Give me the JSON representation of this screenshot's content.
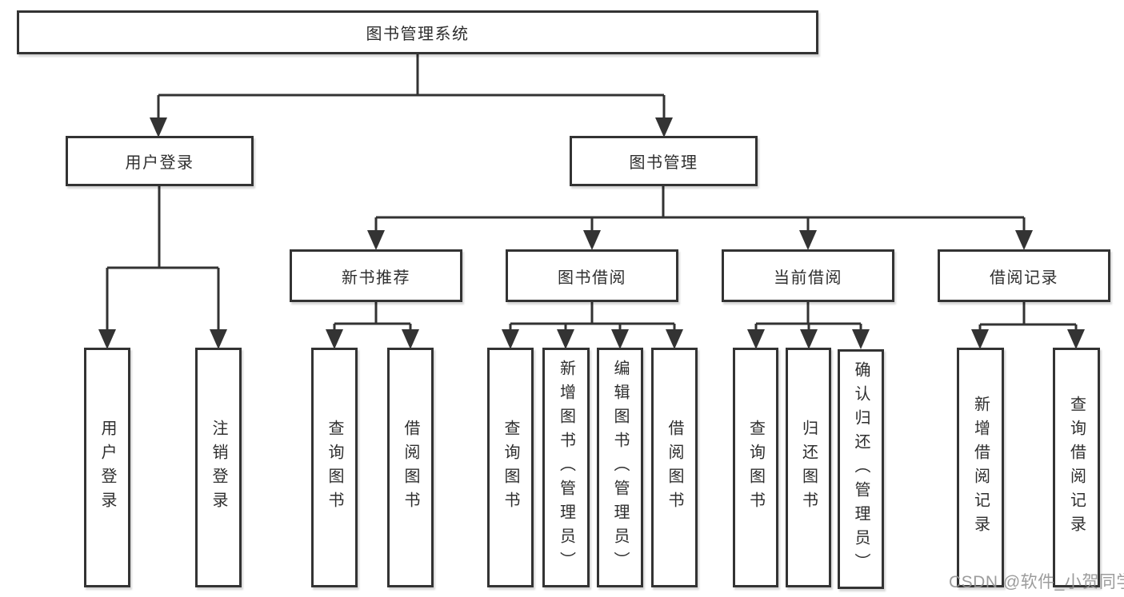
{
  "diagram": {
    "type": "hierarchy",
    "watermark": "CSDN @软件_小贺同学",
    "colors": {
      "line": "#333333",
      "box_border": "#333333",
      "box_fill": "#ffffff",
      "text": "#2e2e2e",
      "watermark": "#919191"
    }
  },
  "tree": {
    "root": {
      "label": "图书管理系统"
    },
    "branches": [
      {
        "label": "用户登录",
        "children": [
          {
            "label": "用户登录"
          },
          {
            "label": "注销登录"
          }
        ]
      },
      {
        "label": "图书管理",
        "children": [
          {
            "label": "新书推荐",
            "children": [
              {
                "label": "查询图书"
              },
              {
                "label": "借阅图书"
              }
            ]
          },
          {
            "label": "图书借阅",
            "children": [
              {
                "label": "查询图书"
              },
              {
                "label": "新增图书（管理员）"
              },
              {
                "label": "编辑图书（管理员）"
              },
              {
                "label": "借阅图书"
              }
            ]
          },
          {
            "label": "当前借阅",
            "children": [
              {
                "label": "查询图书"
              },
              {
                "label": "归还图书"
              },
              {
                "label": "确认归还（管理员）"
              }
            ]
          },
          {
            "label": "借阅记录",
            "children": [
              {
                "label": "新增借阅记录"
              },
              {
                "label": "查询借阅记录"
              }
            ]
          }
        ]
      }
    ]
  }
}
